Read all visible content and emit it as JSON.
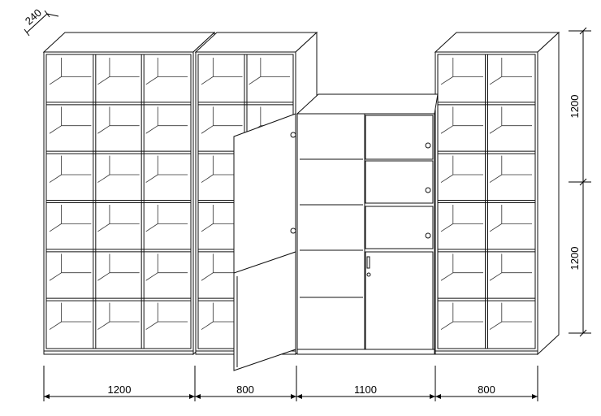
{
  "drawing": {
    "depth_label": "240",
    "height_labels": [
      "1200",
      "1200"
    ],
    "width_labels": [
      "1200",
      "800",
      "1100",
      "800"
    ],
    "line_color": "#111111",
    "background": "#ffffff"
  }
}
